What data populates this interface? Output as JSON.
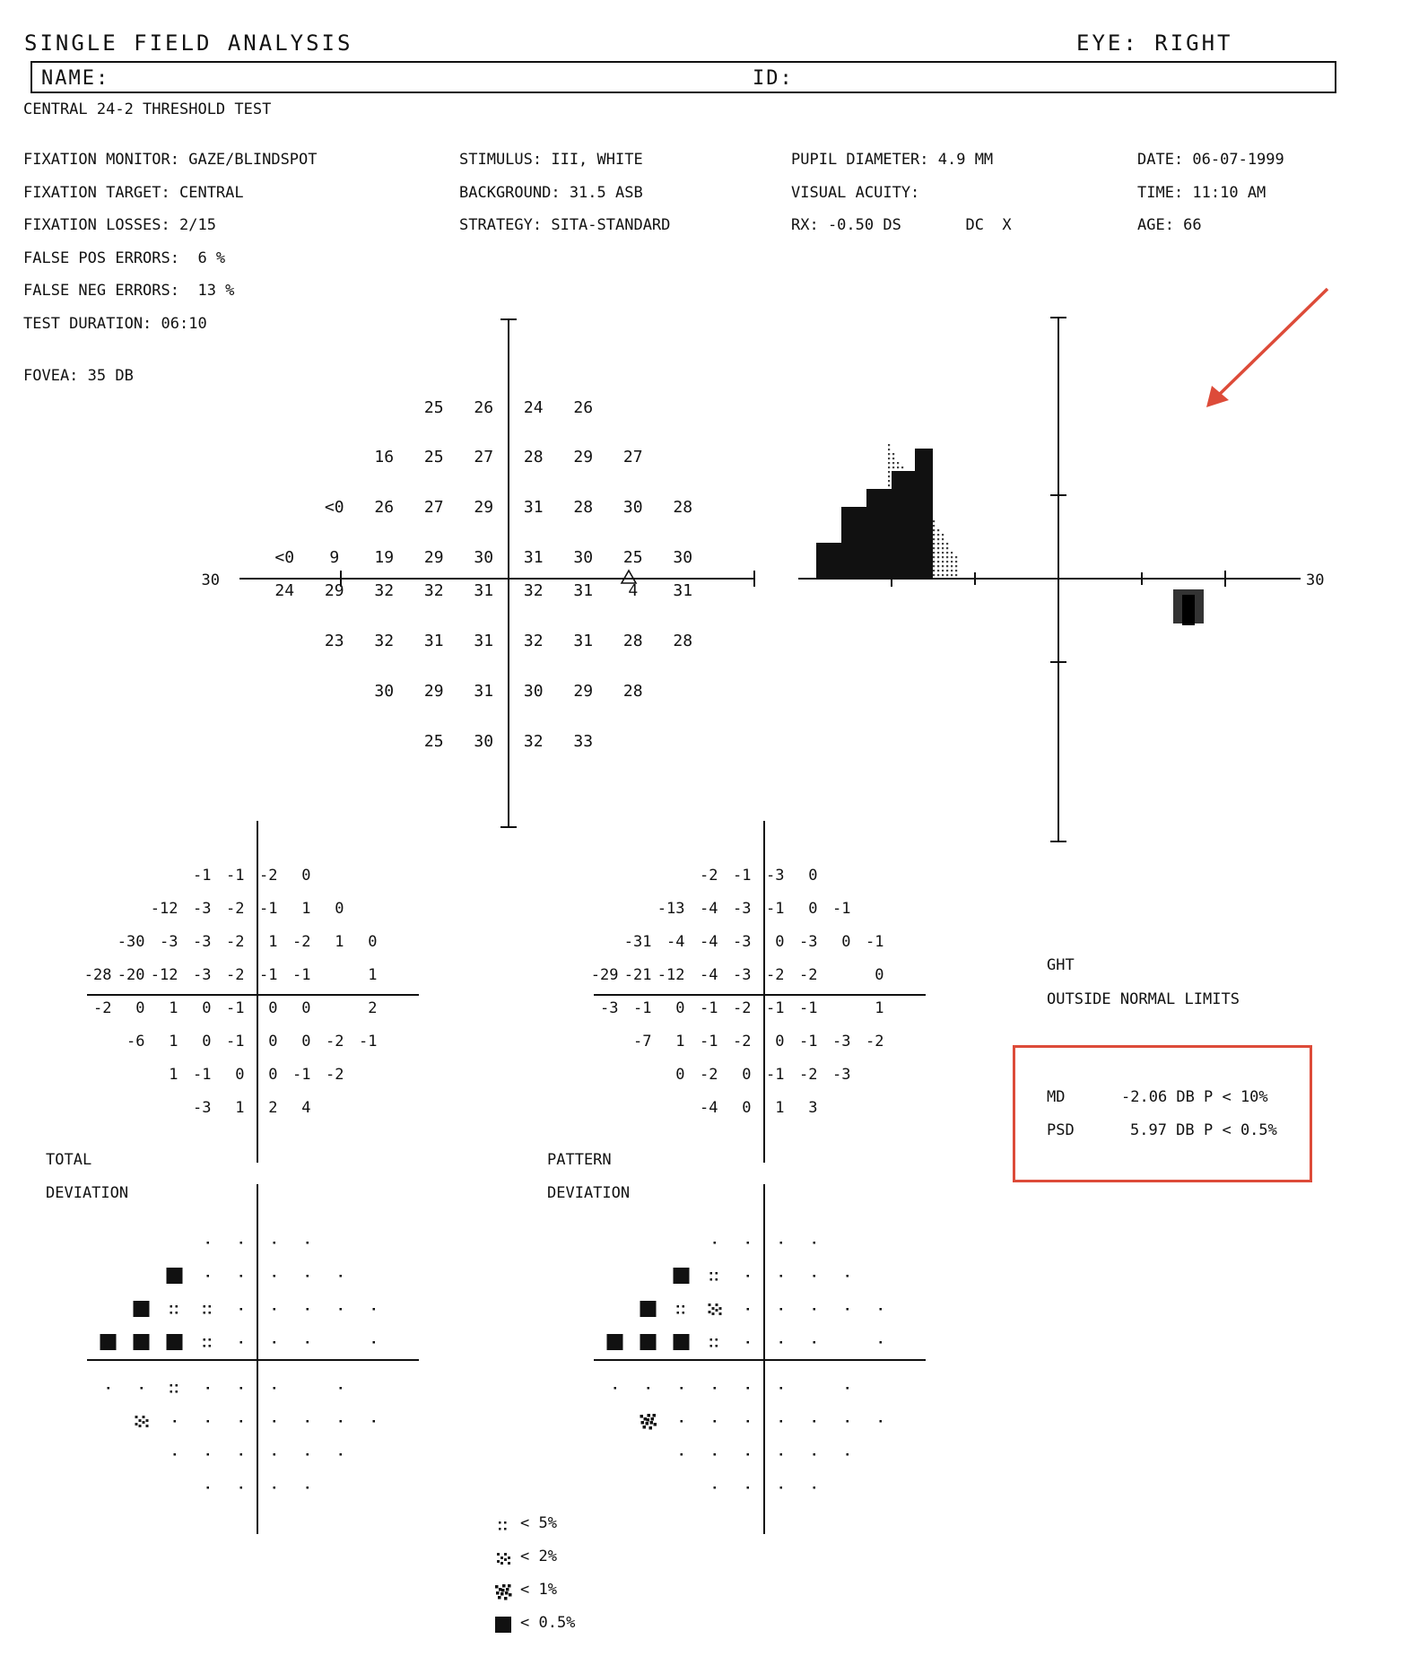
{
  "report": {
    "title": "SINGLE FIELD ANALYSIS",
    "eye_label": "EYE: RIGHT",
    "name_label": "NAME:",
    "id_label": "ID:",
    "test_name": "CENTRAL 24-2 THRESHOLD TEST"
  },
  "params": {
    "fixation_monitor": "FIXATION MONITOR: GAZE/BLINDSPOT",
    "fixation_target": "FIXATION TARGET: CENTRAL",
    "fixation_losses": "FIXATION LOSSES: 2/15",
    "false_pos": "FALSE POS ERRORS:  6 %",
    "false_neg": "FALSE NEG ERRORS:  13 %",
    "test_duration": "TEST DURATION: 06:10",
    "fovea": "FOVEA: 35 DB",
    "stimulus": "STIMULUS: III, WHITE",
    "background": "BACKGROUND: 31.5 ASB",
    "strategy": "STRATEGY: SITA-STANDARD",
    "pupil": "PUPIL DIAMETER: 4.9 MM",
    "visual_acuity": "VISUAL ACUITY:",
    "rx": "RX: -0.50 DS       DC  X",
    "date": "DATE: 06-07-1999",
    "time": "TIME: 11:10 AM",
    "age": "AGE: 66"
  },
  "threshold": {
    "axis_label_left": "30",
    "axis_label_right": "30",
    "rows": [
      [
        "25",
        "26",
        "24",
        "26"
      ],
      [
        "16",
        "25",
        "27",
        "28",
        "29",
        "27"
      ],
      [
        "<0",
        "26",
        "27",
        "29",
        "31",
        "28",
        "30",
        "28"
      ],
      [
        "<0",
        "9",
        "19",
        "29",
        "30",
        "31",
        "30",
        "25",
        "30"
      ],
      [
        "24",
        "29",
        "32",
        "32",
        "31",
        "32",
        "31",
        "4",
        "31"
      ],
      [
        "23",
        "32",
        "31",
        "31",
        "32",
        "31",
        "28",
        "28"
      ],
      [
        "30",
        "29",
        "31",
        "30",
        "29",
        "28"
      ],
      [
        "25",
        "30",
        "32",
        "33"
      ]
    ]
  },
  "total_deviation": {
    "label_line1": "TOTAL",
    "label_line2": "DEVIATION",
    "rows": [
      [
        "-1",
        "-1",
        "-2",
        "0"
      ],
      [
        "-12",
        "-3",
        "-2",
        "-1",
        "1",
        "0"
      ],
      [
        "-30",
        "-3",
        "-3",
        "-2",
        "1",
        "-2",
        "1",
        "0"
      ],
      [
        "-28",
        "-20",
        "-12",
        "-3",
        "-2",
        "-1",
        "-1",
        "",
        "1"
      ],
      [
        "-2",
        "0",
        "1",
        "0",
        "-1",
        "0",
        "0",
        "",
        "2"
      ],
      [
        "-6",
        "1",
        "0",
        "-1",
        "0",
        "0",
        "-2",
        "-1"
      ],
      [
        "1",
        "-1",
        "0",
        "0",
        "-1",
        "-2"
      ],
      [
        "-3",
        "1",
        "2",
        "4"
      ]
    ],
    "prob_rows": [
      [
        "n",
        "n",
        "n",
        "n"
      ],
      [
        "b",
        "n",
        "n",
        "n",
        "n",
        "n"
      ],
      [
        "b",
        "5",
        "5",
        "n",
        "n",
        "n",
        "n",
        "n"
      ],
      [
        "b",
        "b",
        "b",
        "5",
        "n",
        "n",
        "n",
        "",
        "n"
      ],
      [
        "n",
        "n",
        "5",
        "n",
        "n",
        "n",
        "",
        "n"
      ],
      [
        "2",
        "n",
        "n",
        "n",
        "n",
        "n",
        "n",
        "n"
      ],
      [
        "n",
        "n",
        "n",
        "n",
        "n",
        "n"
      ],
      [
        "n",
        "n",
        "n",
        "n"
      ]
    ]
  },
  "pattern_deviation": {
    "label_line1": "PATTERN",
    "label_line2": "DEVIATION",
    "rows": [
      [
        "-2",
        "-1",
        "-3",
        "0"
      ],
      [
        "-13",
        "-4",
        "-3",
        "-1",
        "0",
        "-1"
      ],
      [
        "-31",
        "-4",
        "-4",
        "-3",
        "0",
        "-3",
        "0",
        "-1"
      ],
      [
        "-29",
        "-21",
        "-12",
        "-4",
        "-3",
        "-2",
        "-2",
        "",
        "0"
      ],
      [
        "-3",
        "-1",
        "0",
        "-1",
        "-2",
        "-1",
        "-1",
        "",
        "1"
      ],
      [
        "-7",
        "1",
        "-1",
        "-2",
        "0",
        "-1",
        "-3",
        "-2"
      ],
      [
        "0",
        "-2",
        "0",
        "-1",
        "-2",
        "-3"
      ],
      [
        "-4",
        "0",
        "1",
        "3"
      ]
    ],
    "prob_rows": [
      [
        "n",
        "n",
        "n",
        "n"
      ],
      [
        "b",
        "5",
        "n",
        "n",
        "n",
        "n"
      ],
      [
        "b",
        "5",
        "2",
        "n",
        "n",
        "n",
        "n",
        "n"
      ],
      [
        "b",
        "b",
        "b",
        "5",
        "n",
        "n",
        "n",
        "",
        "n"
      ],
      [
        "n",
        "n",
        "n",
        "n",
        "n",
        "n",
        "",
        "n"
      ],
      [
        "1",
        "n",
        "n",
        "n",
        "n",
        "n",
        "n",
        "n"
      ],
      [
        "n",
        "n",
        "n",
        "n",
        "n",
        "n"
      ],
      [
        "n",
        "n",
        "n",
        "n"
      ]
    ]
  },
  "ght": {
    "label": "GHT",
    "result": "OUTSIDE NORMAL LIMITS"
  },
  "indices": {
    "md_label": "MD",
    "md_value": "-2.06 DB",
    "md_p": "P < 10%",
    "psd_label": "PSD",
    "psd_value": "5.97 DB",
    "psd_p": "P < 0.5%"
  },
  "legend": [
    {
      "symbol": "p5",
      "label": "< 5%"
    },
    {
      "symbol": "p2",
      "label": "< 2%"
    },
    {
      "symbol": "p1",
      "label": "< 1%"
    },
    {
      "symbol": "p05",
      "label": "< 0.5%"
    }
  ],
  "annotation_color": "#dd4b39"
}
